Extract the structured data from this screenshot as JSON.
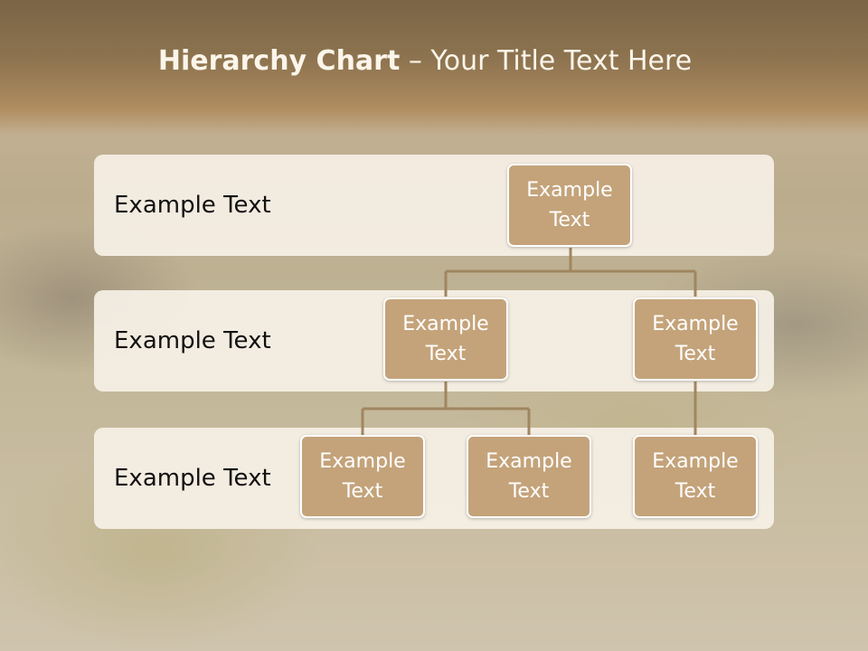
{
  "title": {
    "bold": "Hierarchy Chart",
    "rest": " – Your Title Text Here"
  },
  "levels": [
    {
      "label": "Example Text"
    },
    {
      "label": "Example Text"
    },
    {
      "label": "Example Text"
    }
  ],
  "nodes": {
    "root": {
      "line1": "Example",
      "line2": "Text"
    },
    "level2_left": {
      "line1": "Example",
      "line2": "Text"
    },
    "level2_right": {
      "line1": "Example",
      "line2": "Text"
    },
    "level3_a": {
      "line1": "Example",
      "line2": "Text"
    },
    "level3_b": {
      "line1": "Example",
      "line2": "Text"
    },
    "level3_c": {
      "line1": "Example",
      "line2": "Text"
    }
  },
  "colors": {
    "node_fill": "#c4a37a",
    "connector": "#a08660",
    "band": "#f6f0e6",
    "title_text": "#fbf5ea"
  }
}
